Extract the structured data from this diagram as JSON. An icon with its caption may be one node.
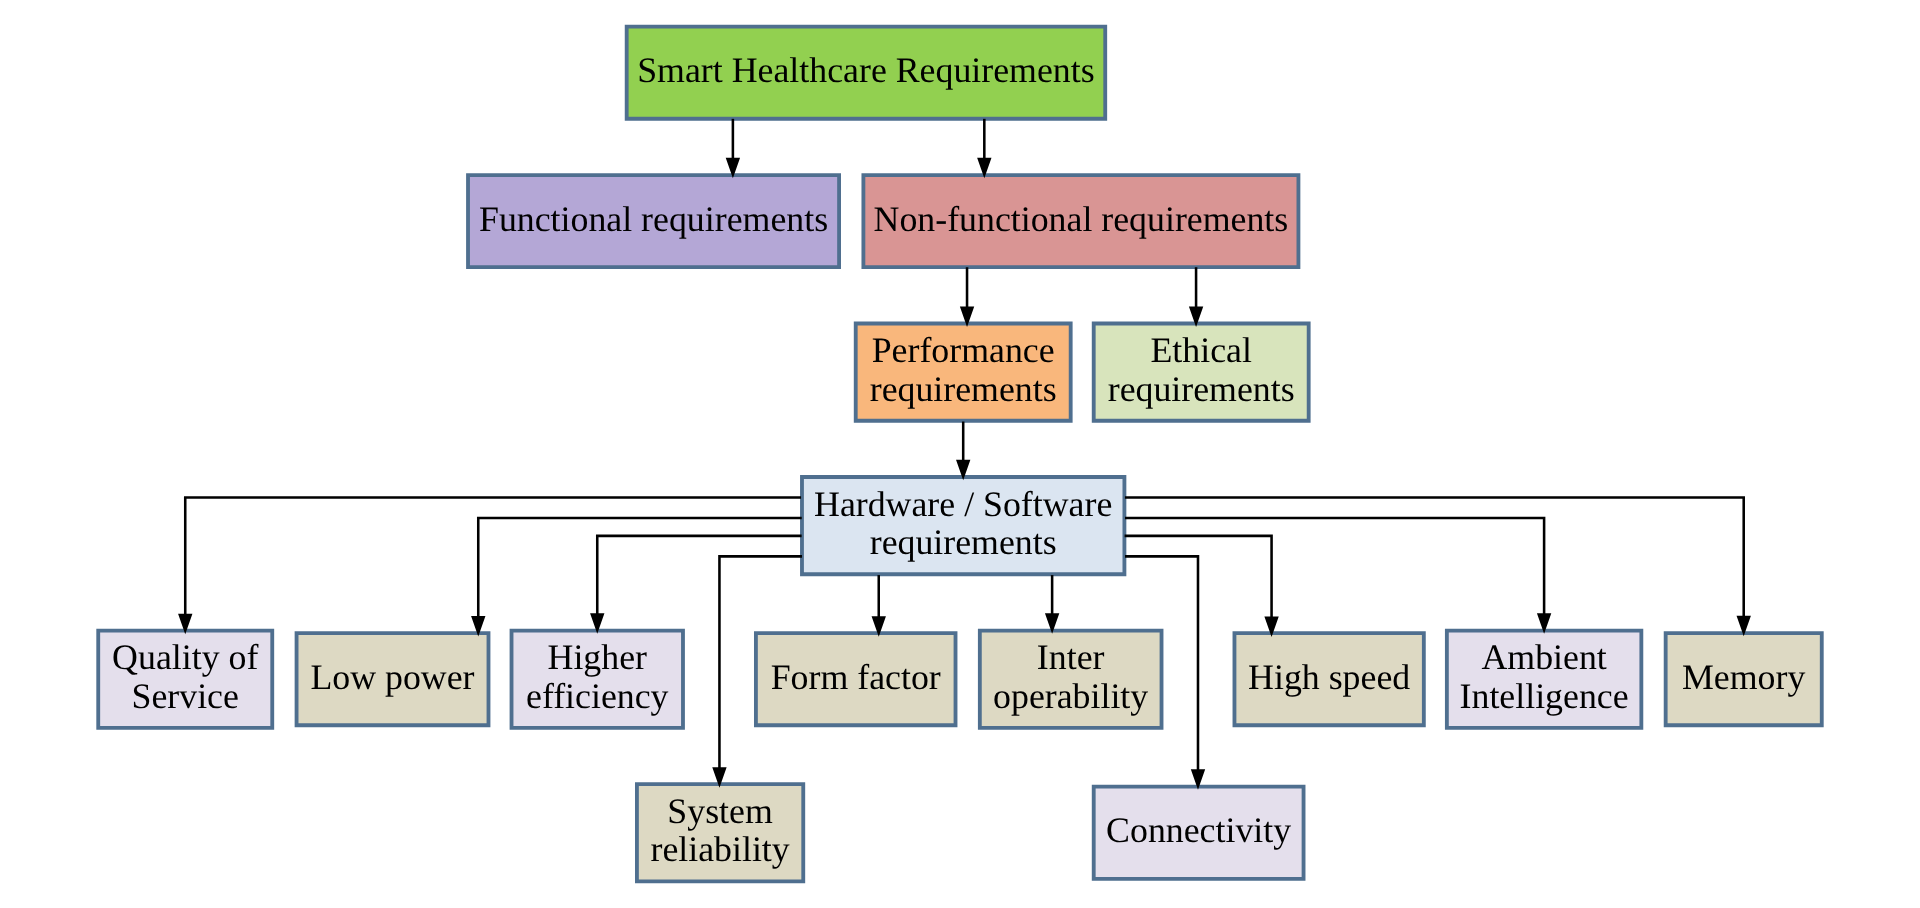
{
  "diagram": {
    "nodes": [
      {
        "text": [
          "Smart Healthcare Requirements"
        ]
      },
      {
        "text": [
          "Functional requirements"
        ]
      },
      {
        "text": [
          "Non-functional requirements"
        ]
      },
      {
        "text": [
          "Performance requirements"
        ]
      },
      {
        "text": [
          "Ethical requirements"
        ]
      },
      {
        "text": [
          "Hardware / Software requirements"
        ]
      },
      {
        "text": [
          "Quality of Service"
        ]
      },
      {
        "text": [
          "Low power"
        ]
      },
      {
        "text": [
          "Higher efficiency"
        ]
      },
      {
        "text": [
          "System reliability"
        ]
      },
      {
        "text": [
          "Form factor"
        ]
      },
      {
        "text": [
          "Inter operability"
        ]
      },
      {
        "text": [
          "Connectivity"
        ]
      },
      {
        "text": [
          "High speed"
        ]
      },
      {
        "text": [
          "Ambient Intelligence"
        ]
      },
      {
        "text": [
          "Memory"
        ]
      }
    ],
    "edges": [
      {
        "from": 0,
        "to": 1,
        "arrow": "to"
      },
      {
        "from": 0,
        "to": 2,
        "arrow": "to"
      },
      {
        "from": 2,
        "to": 3,
        "arrow": "to"
      },
      {
        "from": 2,
        "to": 4,
        "arrow": "to"
      },
      {
        "from": 3,
        "to": 5,
        "arrow": "to"
      },
      {
        "from": 5,
        "to": 6,
        "arrow": "to"
      },
      {
        "from": 5,
        "to": 7,
        "arrow": "to"
      },
      {
        "from": 5,
        "to": 8,
        "arrow": "to"
      },
      {
        "from": 5,
        "to": 9,
        "arrow": "to"
      },
      {
        "from": 5,
        "to": 10,
        "arrow": "to"
      },
      {
        "from": 5,
        "to": 11,
        "arrow": "to"
      },
      {
        "from": 5,
        "to": 12,
        "arrow": "to"
      },
      {
        "from": 5,
        "to": 13,
        "arrow": "to"
      },
      {
        "from": 5,
        "to": 14,
        "arrow": "to"
      },
      {
        "from": 5,
        "to": 15,
        "arrow": "to"
      }
    ]
  }
}
